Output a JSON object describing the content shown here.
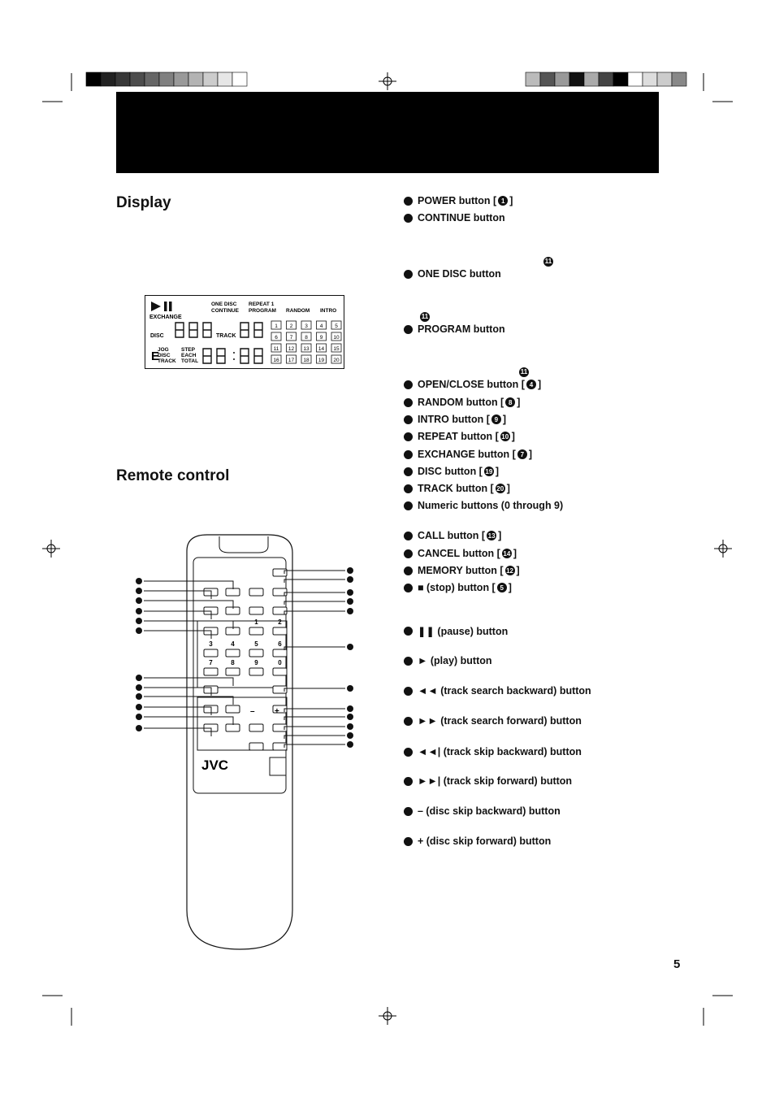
{
  "headings": {
    "display": "Display",
    "remote": "Remote control"
  },
  "page_number": "5",
  "swatches_left": [
    "#000000",
    "#222222",
    "#383838",
    "#4d4d4d",
    "#666666",
    "#808080",
    "#999999",
    "#b3b3b3",
    "#cccccc",
    "#e6e6e6",
    "#ffffff"
  ],
  "swatches_right": [
    "#bbbbbb",
    "#555555",
    "#999999",
    "#111111",
    "#aaaaaa",
    "#444444",
    "#000000",
    "#ffffff",
    "#dddddd",
    "#cccccc",
    "#888888"
  ],
  "lcd": {
    "exchange": "EXCHANGE",
    "one_disc": "ONE DISC",
    "continue": "CONTINUE",
    "repeat1": "REPEAT 1",
    "program": "PROGRAM",
    "random": "RANDOM",
    "intro": "INTRO",
    "disc": "DISC",
    "track": "TRACK",
    "jog": "JOG",
    "disc2": "DISC",
    "track2": "TRACK",
    "step": "STEP",
    "each": "EACH",
    "total": "TOTAL",
    "grid": [
      "1",
      "2",
      "3",
      "4",
      "5",
      "6",
      "7",
      "8",
      "9",
      "10",
      "11",
      "12",
      "13",
      "14",
      "15",
      "16",
      "17",
      "18",
      "19",
      "20"
    ]
  },
  "remote": {
    "brand": "JVC",
    "numbers": [
      "1",
      "2",
      "3",
      "4",
      "5",
      "6",
      "7",
      "8",
      "9",
      "0"
    ],
    "minus": "–",
    "plus": "+"
  },
  "buttons": [
    {
      "text": "POWER button [",
      "num": "1",
      "end": "]"
    },
    {
      "text": "CONTINUE button",
      "num": "",
      "end": ""
    },
    {
      "text": "ONE DISC button",
      "num": "",
      "end": ""
    },
    {
      "text": "PROGRAM button",
      "num": "",
      "end": ""
    },
    {
      "text": "OPEN/CLOSE button [",
      "num": "4",
      "end": "]"
    },
    {
      "text": "RANDOM button [",
      "num": "8",
      "end": "]"
    },
    {
      "text": "INTRO button [",
      "num": "9",
      "end": "]"
    },
    {
      "text": "REPEAT button [",
      "num": "10",
      "end": "]"
    },
    {
      "text": "EXCHANGE button [",
      "num": "7",
      "end": "]"
    },
    {
      "text": "DISC button [",
      "num": "19",
      "end": "]"
    },
    {
      "text": "TRACK button [",
      "num": "20",
      "end": "]"
    },
    {
      "text": "Numeric buttons (0 through 9)",
      "num": "",
      "end": ""
    },
    {
      "text": "CALL button [",
      "num": "13",
      "end": "]"
    },
    {
      "text": "CANCEL button [",
      "num": "14",
      "end": "]"
    },
    {
      "text": "MEMORY button [",
      "num": "12",
      "end": "]"
    },
    {
      "text": "■ (stop) button [",
      "num": "5",
      "end": "]"
    },
    {
      "text": "❚❚ (pause) button",
      "num": "",
      "end": ""
    },
    {
      "text": "► (play) button",
      "num": "",
      "end": ""
    },
    {
      "text": "◄◄ (track search backward) button",
      "num": "",
      "end": ""
    },
    {
      "text": "►► (track search forward) button",
      "num": "",
      "end": ""
    },
    {
      "text": "◄◄| (track skip backward) button",
      "num": "",
      "end": ""
    },
    {
      "text": "►►| (track skip forward) button",
      "num": "",
      "end": ""
    },
    {
      "text": "– (disc skip backward) button",
      "num": "",
      "end": ""
    },
    {
      "text": "+ (disc skip forward) button",
      "num": "",
      "end": ""
    }
  ],
  "stray_refs": [
    "11",
    "11",
    "11"
  ]
}
